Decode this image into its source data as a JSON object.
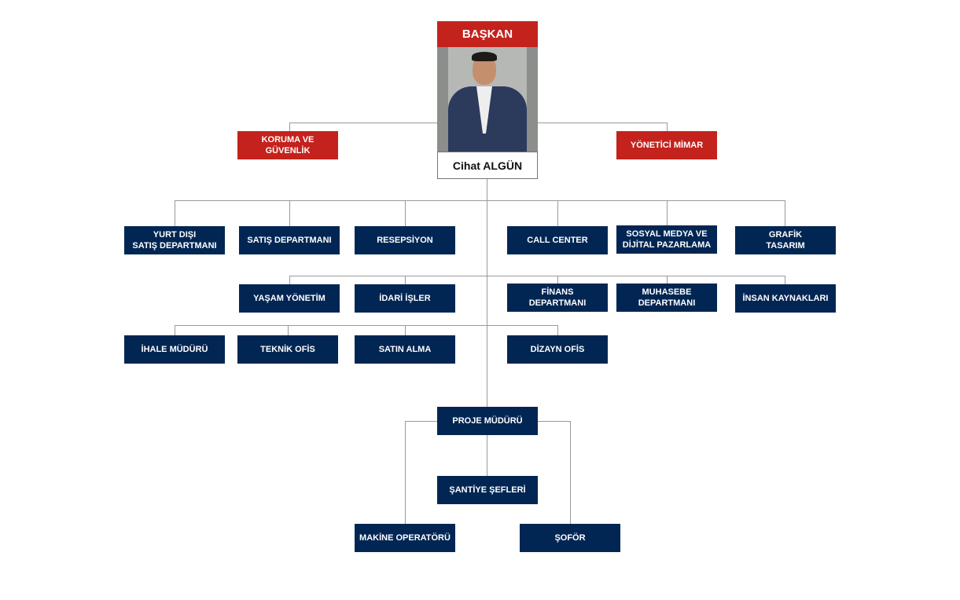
{
  "president": {
    "title": "BAŞKAN",
    "name": "Cihat ALGÜN"
  },
  "advisors": {
    "left": "KORUMA VE\nGÜVENLİK",
    "right": "YÖNETİCİ MİMAR"
  },
  "row1": [
    "YURT DIŞI\nSATIŞ DEPARTMANI",
    "SATIŞ DEPARTMANI",
    "RESEPSİYON",
    "CALL CENTER",
    "SOSYAL MEDYA VE\nDİJİTAL PAZARLAMA",
    "GRAFİK\nTASARIM"
  ],
  "row2": [
    "YAŞAM YÖNETİM",
    "İDARİ İŞLER",
    "FİNANS\nDEPARTMANI",
    "MUHASEBE\nDEPARTMANI",
    "İNSAN KAYNAKLARI"
  ],
  "row3": [
    "İHALE MÜDÜRÜ",
    "TEKNİK OFİS",
    "SATIN ALMA",
    "DİZAYN OFİS"
  ],
  "project": {
    "manager": "PROJE MÜDÜRÜ",
    "site_chiefs": "ŞANTİYE ŞEFLERİ",
    "machine_operator": "MAKİNE OPERATÖRÜ",
    "driver": "ŞOFÖR"
  },
  "colors": {
    "red": "#c4221c",
    "navy": "#022653",
    "line": "#9a9a9a"
  }
}
